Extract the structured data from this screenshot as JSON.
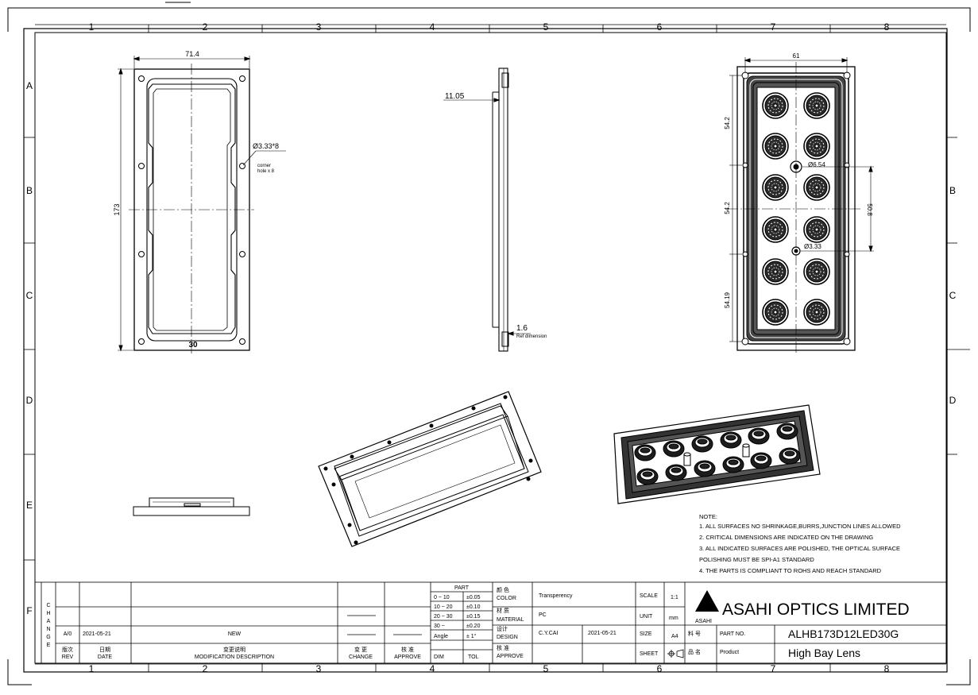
{
  "sheet": {
    "columns": [
      "1",
      "2",
      "3",
      "4",
      "5",
      "6",
      "7",
      "8"
    ],
    "rows_left": [
      "A",
      "B",
      "C",
      "D",
      "E",
      "F"
    ],
    "rows_right": [
      "B",
      "C",
      "D"
    ]
  },
  "dimensions": {
    "front_width": "71.4",
    "front_height": "173",
    "front_hole": "Ø3.33*8",
    "front_hole_note_1": "corner",
    "front_hole_note_2": "hole x 8",
    "front_inner": "30",
    "side_height": "11.05",
    "side_thickness": "1.6",
    "side_thickness_note": "Ref dimension",
    "back_width": "61",
    "back_pitch_1": "54.2",
    "back_pitch_2": "54.2",
    "back_pitch_3": "54.19",
    "back_hole_large": "Ø6.54",
    "back_hole_small": "Ø3.33",
    "back_hole_span": "50.8"
  },
  "notes": {
    "title": "NOTE:",
    "items": [
      "1. ALL SURFACES NO SHRINKAGE,BURRS,JUNCTION LINES ALLOWED",
      "2. CRITICAL DIMENSIONS ARE INDICATED ON THE DRAWING",
      "3. ALL INDICATED SURFACES ARE POLISHED, THE OPTICAL SURFACE",
      "   POLISHING MUST BE SPI-A1 STANDARD",
      "4. THE PARTS IS COMPLIANT TO ROHS AND REACH STANDARD"
    ]
  },
  "title_block": {
    "change_vertical": [
      "C",
      "H",
      "A",
      "N",
      "G",
      "E"
    ],
    "rev": "A/0",
    "date": "2021-05-21",
    "description": "NEW",
    "rev_cn": "版次",
    "rev_en": "REV",
    "date_cn": "日期",
    "date_en": "DATE",
    "desc_cn": "变更说明",
    "desc_en": "MODIFICATION DESCRIPTION",
    "change_cn": "变 更",
    "change_en": "CHANGE",
    "approve_cn": "核 准",
    "approve_en": "APPROVE",
    "part_header": "PART",
    "tolerances": [
      {
        "range": "0 ~ 10",
        "tol": "±0.05"
      },
      {
        "range": "10 ~ 20",
        "tol": "±0.10"
      },
      {
        "range": "20 ~ 30",
        "tol": "±0.15"
      },
      {
        "range": "30 ~",
        "tol": "±0.20"
      },
      {
        "range": "Angle",
        "tol": "± 1°"
      }
    ],
    "dim_label": "DIM",
    "tol_label": "TOL",
    "color_cn": "颜 色",
    "color_en": "COLOR",
    "color_value": "Transperency",
    "material_cn": "材 质",
    "material_en": "MATERIAL",
    "material_value": "PC",
    "design_cn": "设计",
    "design_en": "DESIGN",
    "designer": "C.Y.CAI",
    "design_date": "2021-05-21",
    "approve2_cn": "核 准",
    "approve2_en": "APPROVE",
    "scale_label": "SCALE",
    "scale_value": "1:1",
    "unit_label": "UNIT",
    "unit_value": "mm",
    "size_label": "SIZE",
    "size_value": "A4",
    "sheet_label": "SHEET",
    "logo_text": "ASAHI",
    "company": "ASAHI OPTICS LIMITED",
    "part_no_cn": "料 号",
    "part_no_en": "PART NO.",
    "part_no": "ALHB173D12LED30G",
    "product_cn": "品 名",
    "product_en": "Product",
    "product": "High Bay Lens"
  }
}
